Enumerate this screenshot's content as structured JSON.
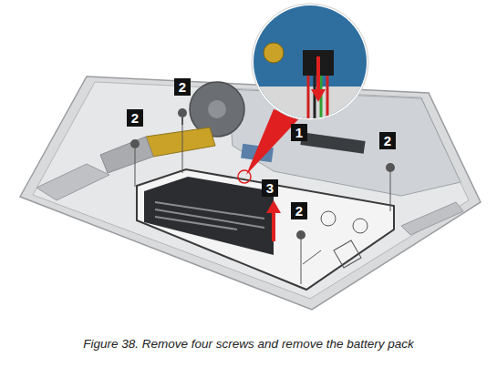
{
  "diagram": {
    "caption": "Figure 38. Remove four screws and remove the battery pack",
    "labels": [
      "2",
      "1",
      "2",
      "2",
      "3",
      "2"
    ]
  }
}
